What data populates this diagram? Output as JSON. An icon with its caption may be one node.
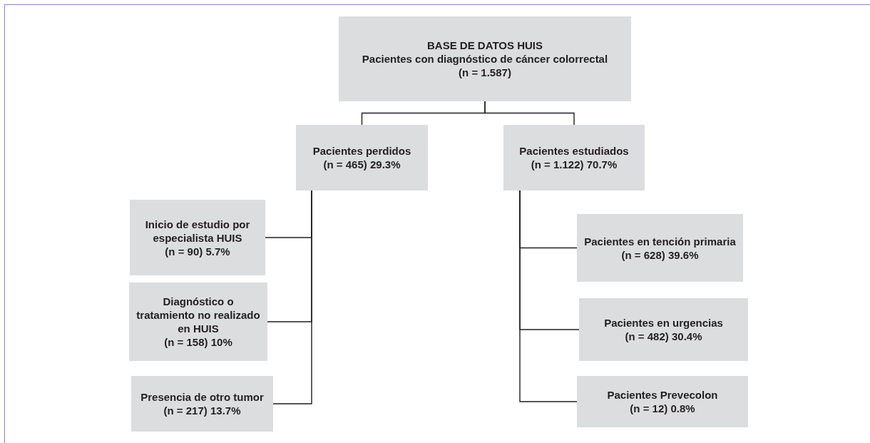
{
  "diagram": {
    "nodes": [
      {
        "text": [
          "BASE DE DATOS HUIS",
          "Pacientes con diagnóstico de cáncer colorrectal",
          "(n = 1.587)"
        ]
      },
      {
        "text": [
          "Pacientes perdidos",
          "(n = 465) 29.3%"
        ]
      },
      {
        "text": [
          "Pacientes estudiados",
          "(n = 1.122) 70.7%"
        ]
      },
      {
        "text": [
          "Inicio de estudio por especialista HUIS",
          "(n = 90) 5.7%"
        ]
      },
      {
        "text": [
          "Diagnóstico o tratamiento no realizado en HUIS",
          "(n = 158) 10%"
        ]
      },
      {
        "text": [
          "Presencia de otro tumor",
          "(n = 217) 13.7%"
        ]
      },
      {
        "text": [
          "Pacientes en tención primaria",
          "(n = 628) 39.6%"
        ]
      },
      {
        "text": [
          "Pacientes en urgencias",
          "(n = 482) 30.4%"
        ]
      },
      {
        "text": [
          "Pacientes Prevecolon",
          "(n = 12) 0.8%"
        ]
      }
    ],
    "edges": [
      {
        "from": 0,
        "to": 1,
        "arrow": "none"
      },
      {
        "from": 0,
        "to": 2,
        "arrow": "none"
      },
      {
        "from": 1,
        "to": 3,
        "arrow": "none"
      },
      {
        "from": 1,
        "to": 4,
        "arrow": "none"
      },
      {
        "from": 1,
        "to": 5,
        "arrow": "none"
      },
      {
        "from": 2,
        "to": 6,
        "arrow": "none"
      },
      {
        "from": 2,
        "to": 7,
        "arrow": "none"
      },
      {
        "from": 2,
        "to": 8,
        "arrow": "none"
      }
    ]
  }
}
